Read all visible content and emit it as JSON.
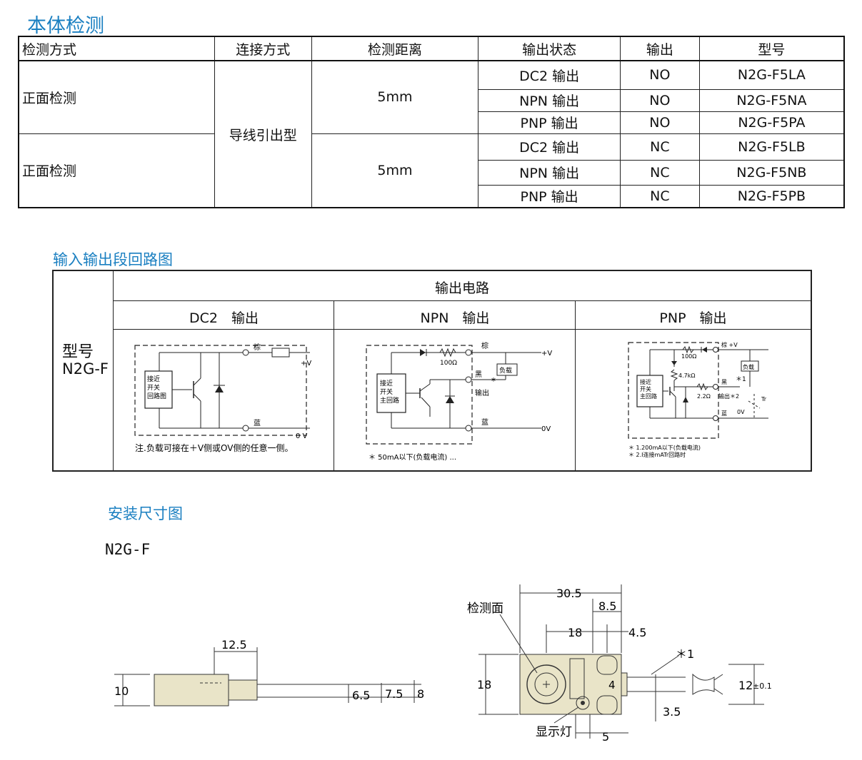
{
  "section1": {
    "title": "本体检测",
    "headers": [
      "检测方式",
      "连接方式",
      "检测距离",
      "输出状态",
      "输出",
      "型号"
    ],
    "groups": [
      {
        "method": "正面检测",
        "distance": "5mm",
        "rows": [
          {
            "state": "DC2 输出",
            "output": "NO",
            "model": "N2G-F5LA"
          },
          {
            "state": "NPN 输出",
            "output": "NO",
            "model": "N2G-F5NA"
          },
          {
            "state": "PNP 输出",
            "output": "NO",
            "model": "N2G-F5PA"
          }
        ]
      },
      {
        "method": "正面检测",
        "distance": "5mm",
        "rows": [
          {
            "state": "DC2 输出",
            "output": "NC",
            "model": "N2G-F5LB"
          },
          {
            "state": "NPN 输出",
            "output": "NC",
            "model": "N2G-F5NB"
          },
          {
            "state": "PNP 输出",
            "output": "NC",
            "model": "N2G-F5PB"
          }
        ]
      }
    ],
    "connection": "导线引出型"
  },
  "section2": {
    "title": "输入输出段回路图",
    "model_label": "型号",
    "model_value": "N2G-F",
    "header": "输出电路",
    "columns": [
      "DC2　输出",
      "NPN　输出",
      "PNP　输出"
    ],
    "dc2": {
      "circuit_label": [
        "接近",
        "开关",
        "回路图"
      ],
      "brown": "棕",
      "blue": "蓝",
      "plusv": "+V",
      "zerov": "0 V",
      "note": "注.负载可接在＋V侧或OV侧的任意一侧。"
    },
    "npn": {
      "circuit_label": [
        "接近",
        "开关",
        "主回路"
      ],
      "brown": "棕",
      "black": "黑",
      "output": "输出",
      "blue": "蓝",
      "load": "负载",
      "res": "100Ω",
      "plusv": "+V",
      "zerov": "0V",
      "star": "*",
      "note": "＊ 50mA以下(负载电流) ..."
    },
    "pnp": {
      "circuit_label": [
        "接近",
        "开关",
        "主回路"
      ],
      "brown": "棕 +V",
      "black": "黑",
      "output": "输出＊2",
      "blue": "蓝",
      "zerov": "0V",
      "load": "负载",
      "r1": "100Ω",
      "r2": "4.7kΩ",
      "r3": "2.2Ω",
      "star1": "＊1",
      "tr": "Tr",
      "note1": "＊ 1.200mA以下(负载电流)",
      "note2": "＊ 2.I连接mATr回路时"
    }
  },
  "section3": {
    "title": "安装尺寸图",
    "model": "N2G-F",
    "side": {
      "d1": "12.5",
      "d2": "10",
      "d3": "6.5",
      "d4": "7.5",
      "d5": "8"
    },
    "front": {
      "detect_face": "检测面",
      "indicator": "显示灯",
      "d_width": "30.5",
      "d_85": "8.5",
      "d_18h": "18",
      "d_45": "4.5",
      "d_18v": "18",
      "d_4": "4",
      "d_35": "3.5",
      "d_5": "5",
      "d_12": "12",
      "d_12tol": "±0.1",
      "star1": "＊1"
    }
  }
}
